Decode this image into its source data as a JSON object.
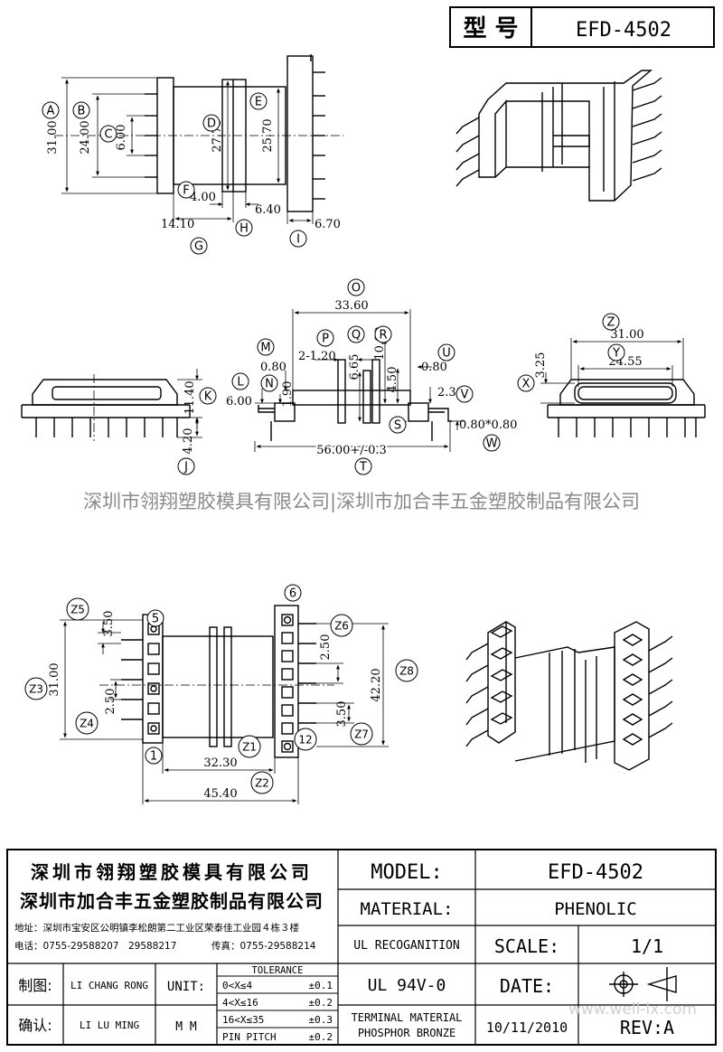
{
  "header": {
    "model_label": "型 号",
    "model_value": "EFD-4502"
  },
  "banner": "深圳市翎翔塑胶模具有限公司|深圳市加合丰五金塑胶制品有限公司",
  "watermark": "www.well-lx.com",
  "dims": {
    "A": "31.00",
    "B": "24.00",
    "C": "6.00",
    "D": "27.75",
    "E": "25.70",
    "F": "4.00",
    "G": "14.10",
    "H": "6.40",
    "I": "6.70",
    "J": "4.20",
    "K": "11.40",
    "L": "6.00",
    "M": "0.80",
    "N": "1.90",
    "O": "33.60",
    "P": "2-1.20",
    "Q": "6.65",
    "R": "10.00",
    "S": "4.50",
    "T": "56.00+/-0.3",
    "U": "0.80",
    "V": "2.30",
    "W": "0.80*0.80",
    "X": "3.25",
    "Y": "24.55",
    "Z": "31.00",
    "Z1": "32.30",
    "Z2": "45.40",
    "Z3": "31.00",
    "Z4": "2.50",
    "Z5": "3.50",
    "Z6": "2.50",
    "Z7": "3.50",
    "Z8": "42.20"
  },
  "balloons": [
    "A",
    "B",
    "C",
    "D",
    "E",
    "F",
    "G",
    "H",
    "I",
    "J",
    "K",
    "L",
    "M",
    "N",
    "O",
    "P",
    "Q",
    "R",
    "S",
    "T",
    "U",
    "V",
    "W",
    "X",
    "Y",
    "Z",
    "Z1",
    "Z2",
    "Z3",
    "Z4",
    "Z5",
    "Z6",
    "Z7",
    "Z8",
    "5",
    "6",
    "1",
    "12"
  ],
  "title_block": {
    "company1": "深圳市翎翔塑胶模具有限公司",
    "company2": "深圳市加合丰五金塑胶制品有限公司",
    "address": "地址：深圳市宝安区公明镇李松朗第二工业区荣泰佳工业园４栋３楼",
    "phone": "电话：0755-29588207　29588217",
    "fax": "传真：0755-29588214",
    "model_label": "MODEL:",
    "model_value": "EFD-4502",
    "material_label": "MATERIAL:",
    "material_value": "PHENOLIC",
    "ul_label": "UL RECOGANITION",
    "ul_value": "UL 94V-0",
    "scale_label": "SCALE:",
    "scale_value": "1/1",
    "date_label": "DATE:",
    "terminal_line1": "TERMINAL MATERIAL",
    "terminal_line2": "PHOSPHOR  BRONZE",
    "date_value": "10/11/2010",
    "rev": "REV:A",
    "drawn_label": "制图:",
    "drawn_name": "LI CHANG RONG",
    "checked_label": "确认:",
    "checked_name": "LI LU MING",
    "unit_label": "UNIT:",
    "unit_value": "M M",
    "tolerance_title": "TOLERANCE",
    "tolerance": [
      {
        "range": "0<X≤4",
        "value": "±0.1"
      },
      {
        "range": "4<X≤16",
        "value": "±0.2"
      },
      {
        "range": "16<X≤35",
        "value": "±0.3"
      },
      {
        "range": "PIN PITCH",
        "value": "±0.2"
      }
    ]
  }
}
